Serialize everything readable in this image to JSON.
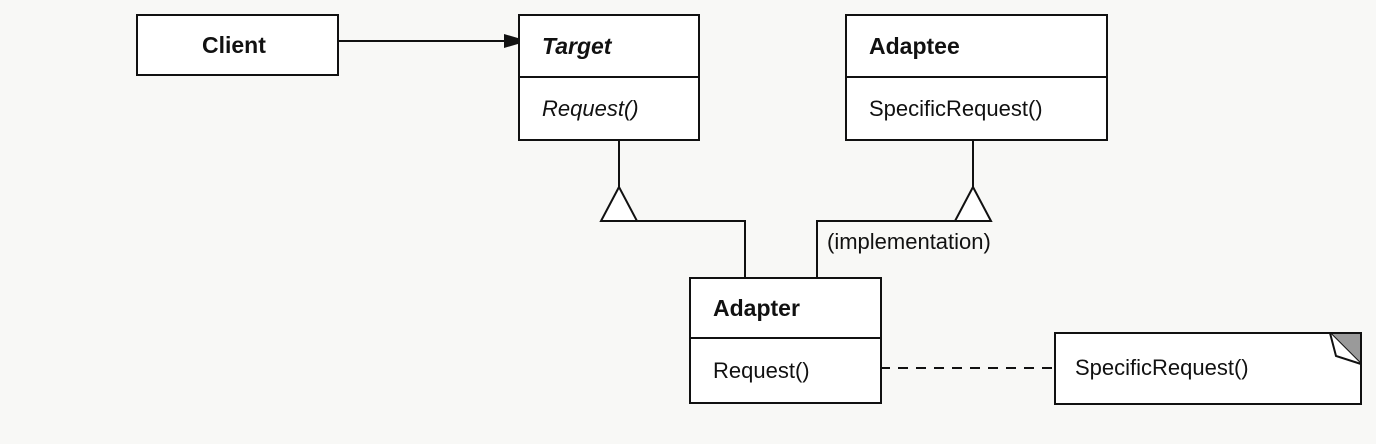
{
  "diagram": {
    "client": {
      "name": "Client"
    },
    "target": {
      "name": "Target",
      "operation": "Request()"
    },
    "adaptee": {
      "name": "Adaptee",
      "operation": "SpecificRequest()"
    },
    "adapter": {
      "name": "Adapter",
      "operation": "Request()"
    },
    "implementation_label": "(implementation)",
    "note": {
      "text": "SpecificRequest()"
    },
    "colors": {
      "line": "#111111",
      "box_fill": "#ffffff",
      "note_corner": "#9a9a9a",
      "background": "#f8f8f6"
    }
  }
}
